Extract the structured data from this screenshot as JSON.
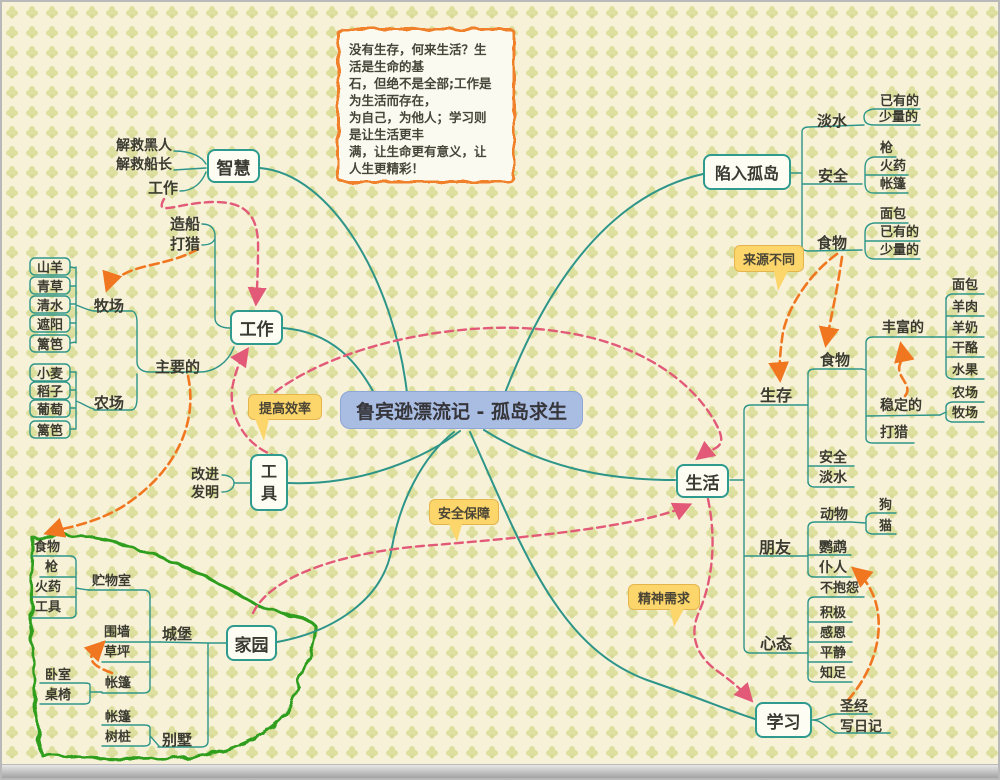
{
  "title": "鲁宾逊漂流记 - 孤岛求生",
  "note": {
    "lines": [
      "没有生存，何来生活？生",
      "活是生命的基",
      "石，但绝不是全部;工作是",
      "为生活而存在，",
      "为自己，为他人；学习则",
      "是让生活更丰",
      "满，让生命更有意义，让",
      "人生更精彩！"
    ]
  },
  "callouts": {
    "efficiency": "提高效率",
    "source": "来源不同",
    "safety": "安全保障",
    "spirit": "精神需求"
  },
  "map": {
    "wisdom": {
      "label": "智慧",
      "children": [
        "解救黑人",
        "解救船长",
        "工作"
      ]
    },
    "work": {
      "label": "工作",
      "boat": "造船",
      "hunt": "打猎",
      "main": "主要的",
      "pasture": {
        "label": "牧场",
        "items": [
          "山羊",
          "青草",
          "清水",
          "遮阳",
          "篱笆"
        ]
      },
      "farm": {
        "label": "农场",
        "items": [
          "小麦",
          "稻子",
          "葡萄",
          "篱笆"
        ]
      }
    },
    "tool": {
      "label": "工具",
      "children": [
        "改进",
        "发明"
      ]
    },
    "trapped": {
      "label": "陷入孤岛",
      "freshwater": {
        "label": "淡水",
        "items": [
          "已有的",
          "少量的"
        ]
      },
      "safety": {
        "label": "安全",
        "items": [
          "枪",
          "火药",
          "帐篷"
        ]
      },
      "food": {
        "label": "食物",
        "items": [
          "面包",
          "已有的",
          "少量的"
        ]
      }
    },
    "life": {
      "label": "生活",
      "survival": {
        "label": "生存",
        "food": {
          "label": "食物",
          "rich": {
            "label": "丰富的",
            "items": [
              "面包",
              "羊肉",
              "羊奶",
              "干酪",
              "水果"
            ]
          },
          "stable": {
            "label": "稳定的",
            "items": [
              "农场",
              "牧场"
            ]
          },
          "hunt": "打猎"
        },
        "safety": "安全",
        "freshwater": "淡水"
      },
      "friends": {
        "label": "朋友",
        "animal": {
          "label": "动物",
          "items": [
            "狗",
            "猫"
          ]
        },
        "parrot": "鹦鹉",
        "servant": "仆人"
      },
      "mindset": {
        "label": "心态",
        "items": [
          "不抱怨",
          "积极",
          "感恩",
          "平静",
          "知足"
        ]
      }
    },
    "study": {
      "label": "学习",
      "items": [
        "圣经",
        "写日记"
      ]
    },
    "home": {
      "label": "家园",
      "castle": {
        "label": "城堡",
        "storeroom": {
          "label": "贮物室",
          "items": [
            "食物",
            "枪",
            "火药",
            "工具"
          ]
        },
        "wall": "围墙",
        "lawn": "草坪",
        "tent": {
          "label": "帐篷",
          "items": [
            "卧室",
            "桌椅"
          ]
        }
      },
      "villa": {
        "label": "别墅",
        "items": [
          "帐篷",
          "树桩"
        ]
      }
    }
  },
  "colors": {
    "edge_teal": "#2e9589",
    "edge_pink": "#e25a78",
    "edge_orange": "#f0761f",
    "cloud_green": "#2f9e1e",
    "center_fill": "#a9bce2",
    "callout_fill": "#fcd66b",
    "note_border": "#f0812c"
  }
}
